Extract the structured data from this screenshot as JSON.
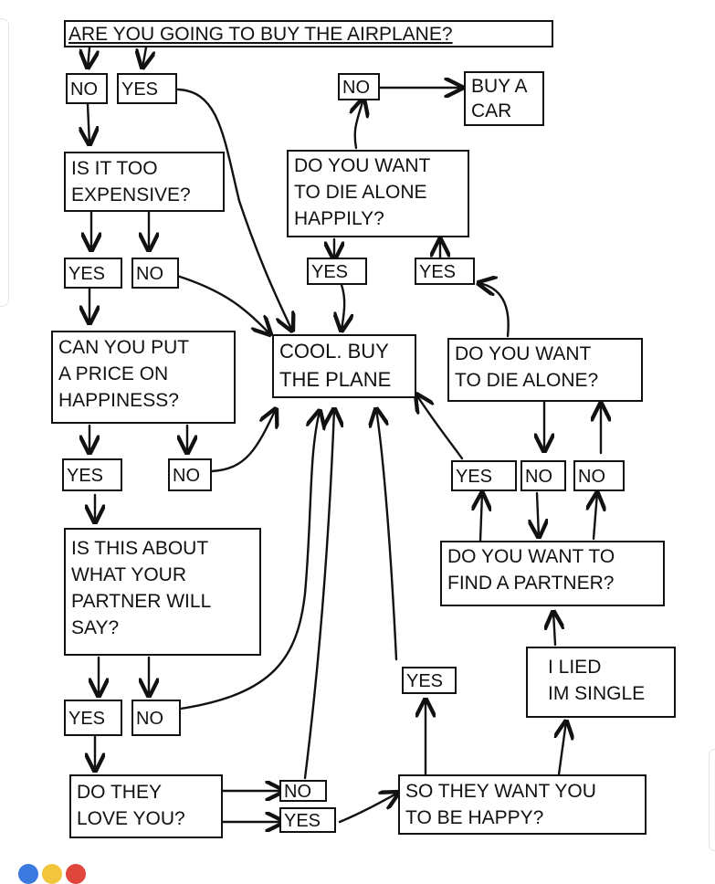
{
  "nodes": {
    "q_buy": "ARE YOU GOING TO BUY THE AIRPLANE?",
    "a_no_top": "NO",
    "a_yes_top": "YES",
    "q_expensive": "IS IT TOO\nEXPENSIVE?",
    "a_exp_yes": "YES",
    "a_exp_no": "NO",
    "q_price": "CAN YOU PUT\nA PRICE ON\nHAPPINESS?",
    "a_price_yes": "YES",
    "a_price_no": "NO",
    "q_partner_say": "IS THIS ABOUT\nWHAT YOUR\nPARTNER WILL\nSAY?",
    "a_say_yes": "YES",
    "a_say_no": "NO",
    "q_love": "DO THEY\nLOVE YOU?",
    "a_love_no": "NO",
    "a_love_yes": "YES",
    "q_happy": "SO THEY WANT YOU\nTO BE HAPPY?",
    "a_happy_yes": "YES",
    "r_buy_plane": "COOL. BUY\nTHE PLANE",
    "q_die_happily": "DO YOU WANT\nTO DIE ALONE\nHAPPILY?",
    "a_dh_yes1": "YES",
    "a_dh_yes2": "YES",
    "a_dh_no": "NO",
    "r_buy_car": "BUY A\nCAR",
    "q_die_alone": "DO YOU WANT\nTO DIE ALONE?",
    "a_da_yes": "YES",
    "a_da_no1": "NO",
    "a_da_no2": "NO",
    "q_find_partner": "DO YOU WANT TO\nFIND A PARTNER?",
    "n_lied": "I LIED\nIM SINGLE"
  },
  "colors": {
    "ink": "#111111",
    "paper": "#ffffff",
    "dot1": "#3b7be0",
    "dot2": "#f2c53d",
    "dot3": "#e0463b"
  }
}
